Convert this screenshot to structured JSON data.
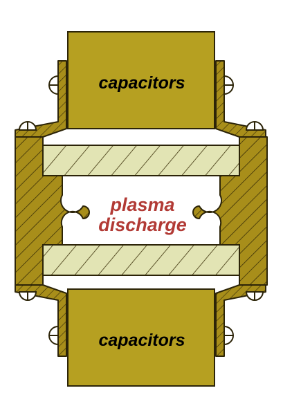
{
  "diagram": {
    "top_capacitor_label": "capacitors",
    "bottom_capacitor_label": "capacitors",
    "plasma_label_line1": "plasma",
    "plasma_label_line2": "discharge"
  },
  "colors": {
    "capacitor_fill": "#b6a021",
    "housing_fill": "#a88e1a",
    "insulator_fill": "#e2e4b4",
    "hatch_stroke": "#3a2f08",
    "outline": "#2c2408",
    "plasma_text": "#b23a35",
    "screw_fill": "#ffffff"
  }
}
